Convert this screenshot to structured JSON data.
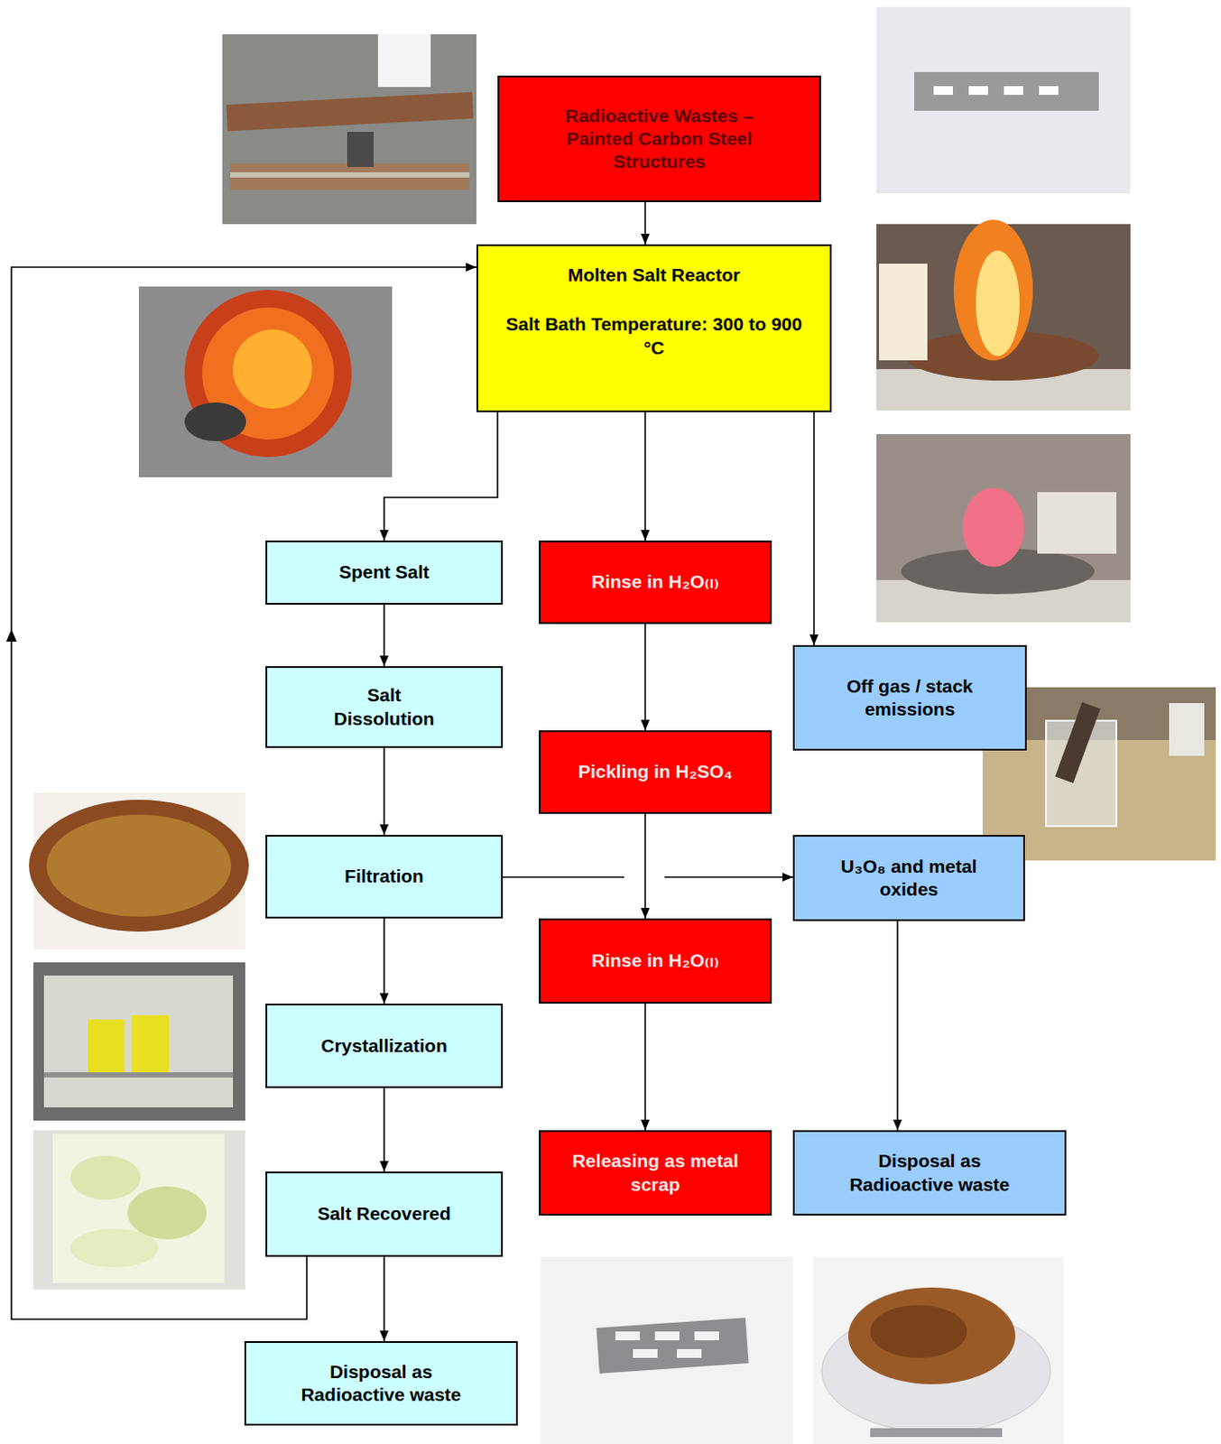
{
  "diagram": {
    "nodes": [
      {
        "text": [
          "Radioactive Wastes – Painted Carbon Steel Structures"
        ]
      },
      {
        "text": [
          "Molten Salt Reactor",
          "Salt Bath Temperature: 300 to 900 °C"
        ]
      },
      {
        "text": [
          "Spent Salt"
        ]
      },
      {
        "text": [
          "Rinse in H₂O₍ₗ₎"
        ]
      },
      {
        "text": [
          "Off gas / stack emissions"
        ]
      },
      {
        "text": [
          "Salt Dissolution"
        ]
      },
      {
        "text": [
          "Pickling in H₂SO₄"
        ]
      },
      {
        "text": [
          "Filtration"
        ]
      },
      {
        "text": [
          "U₃O₈ and metal oxides"
        ]
      },
      {
        "text": [
          "Rinse in H₂O₍ₗ₎"
        ]
      },
      {
        "text": [
          "Crystallization"
        ]
      },
      {
        "text": [
          "Salt Recovered"
        ]
      },
      {
        "text": [
          "Releasing as metal scrap"
        ]
      },
      {
        "text": [
          "Disposal as Radioactive waste"
        ]
      },
      {
        "text": [
          "Disposal as Radioactive waste"
        ]
      }
    ],
    "edges": [
      {
        "from": 0,
        "to": 1,
        "arrow": "to"
      },
      {
        "from": 1,
        "to": 2,
        "arrow": "to"
      },
      {
        "from": 1,
        "to": 3,
        "arrow": "to"
      },
      {
        "from": 1,
        "to": 4,
        "arrow": "to"
      },
      {
        "from": 2,
        "to": 5,
        "arrow": "to"
      },
      {
        "from": 5,
        "to": 7,
        "arrow": "to"
      },
      {
        "from": 7,
        "to": 10,
        "arrow": "to"
      },
      {
        "from": 10,
        "to": 11,
        "arrow": "to"
      },
      {
        "from": 11,
        "to": 14,
        "arrow": "to"
      },
      {
        "from": 11,
        "to": 1,
        "arrow": "to"
      },
      {
        "from": 7,
        "to": 8,
        "arrow": "to"
      },
      {
        "from": 3,
        "to": 6,
        "arrow": "to"
      },
      {
        "from": 6,
        "to": 9,
        "arrow": "to"
      },
      {
        "from": 9,
        "to": 12,
        "arrow": "to"
      },
      {
        "from": 8,
        "to": 13,
        "arrow": "to"
      }
    ]
  }
}
